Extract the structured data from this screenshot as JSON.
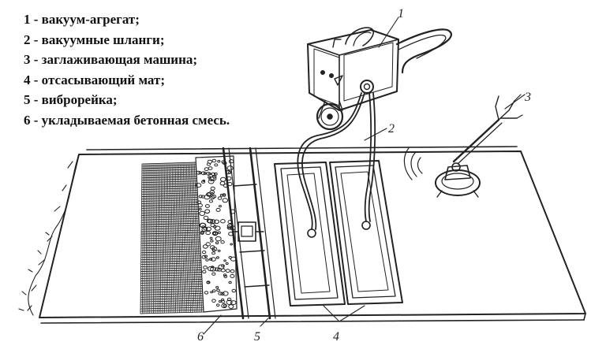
{
  "legend": [
    {
      "num": "1",
      "sep": " - ",
      "text": "вакуум-агрегат;"
    },
    {
      "num": "2",
      "sep": " - ",
      "text": "вакуумные шланги;"
    },
    {
      "num": "3",
      "sep": " - ",
      "text": "заглаживающая машина;"
    },
    {
      "num": "4",
      "sep": " - ",
      "text": "отсасывающий мат;"
    },
    {
      "num": "5",
      "sep": " - ",
      "text": "виброрейка;"
    },
    {
      "num": "6",
      "sep": " - ",
      "text": "укладываемая бетонная смесь."
    }
  ],
  "callouts": {
    "c1": "1",
    "c2": "2",
    "c3": "3",
    "c4": "4",
    "c5": "5",
    "c6": "6"
  },
  "colors": {
    "ink": "#222222",
    "background": "#ffffff"
  }
}
